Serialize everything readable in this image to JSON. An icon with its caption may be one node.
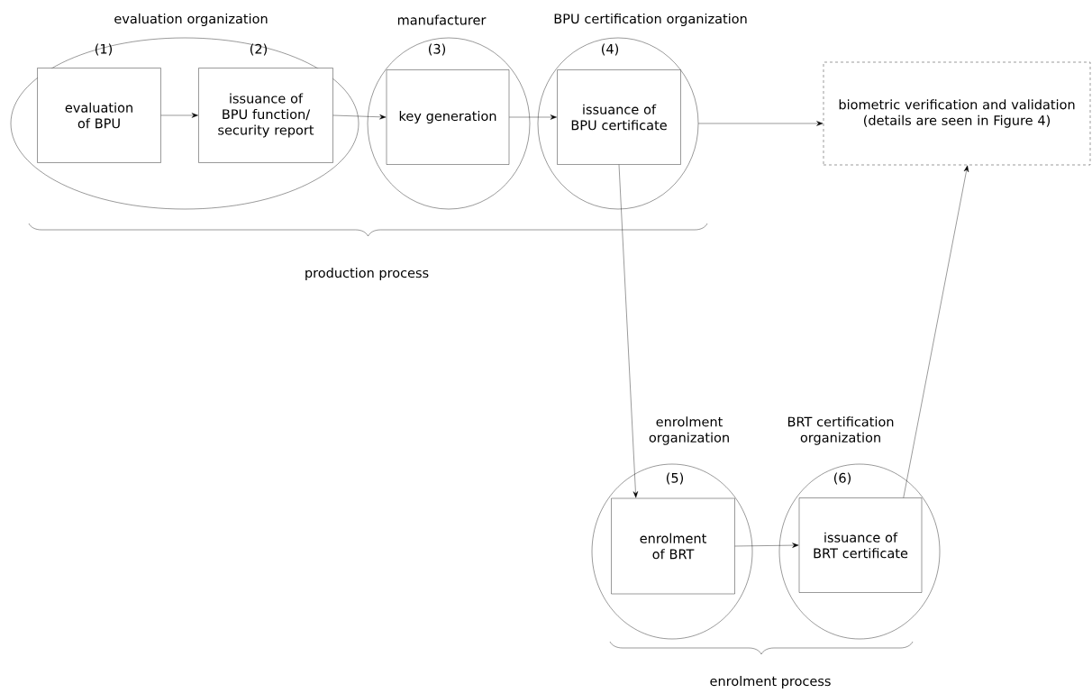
{
  "diagram": {
    "nodes": [
      {
        "text": [
          "evaluation organization"
        ]
      },
      {
        "text": [
          "evaluation of BPU"
        ],
        "beside": [
          "(1)"
        ],
        "in": 0
      },
      {
        "text": [
          "issuance of BPU function/ security report"
        ],
        "beside": [
          "(2)"
        ],
        "in": 0
      },
      {
        "text": [
          "manufacturer"
        ]
      },
      {
        "text": [
          "key generation"
        ],
        "beside": [
          "(3)"
        ],
        "in": 3
      },
      {
        "text": [
          "BPU certification organization"
        ]
      },
      {
        "text": [
          "issuance of BPU certificate"
        ],
        "beside": [
          "(4)"
        ],
        "in": 5
      },
      {
        "text": [
          "biometric verification and validation (details are seen in Figure 4)"
        ]
      },
      {
        "text": [
          "enrolment organization"
        ]
      },
      {
        "text": [
          "enrolment of BRT"
        ],
        "beside": [
          "(5)"
        ],
        "in": 8
      },
      {
        "text": [
          "BRT certification organization"
        ]
      },
      {
        "text": [
          "issuance of BRT certificate"
        ],
        "beside": [
          "(6)"
        ],
        "in": 10
      }
    ],
    "edges": [
      {
        "from": 1,
        "to": 2,
        "arrow": "to"
      },
      {
        "from": 2,
        "to": 4,
        "arrow": "to"
      },
      {
        "from": 4,
        "to": 6,
        "arrow": "to"
      },
      {
        "from": 5,
        "to": 7,
        "arrow": "to"
      },
      {
        "from": 6,
        "to": 9,
        "arrow": "to"
      },
      {
        "from": 9,
        "to": 11,
        "arrow": "to"
      },
      {
        "from": 11,
        "to": 7,
        "arrow": "to"
      }
    ],
    "labels": [
      "production process",
      "enrolment process"
    ]
  }
}
